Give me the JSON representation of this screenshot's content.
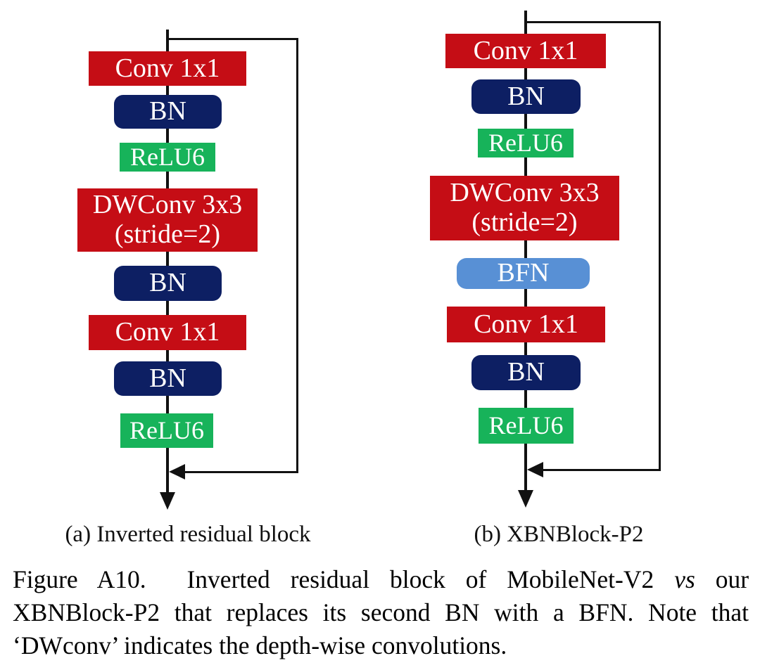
{
  "colors": {
    "conv_red": "#c50d15",
    "bn_navy": "#0d1f63",
    "relu_green": "#17b35a",
    "bfn_blue": "#5890d5",
    "line_black": "#111111"
  },
  "diagrams": [
    {
      "caption": "(a) Inverted residual block",
      "blocks": [
        {
          "label": "Conv 1x1"
        },
        {
          "label": "BN"
        },
        {
          "label": "ReLU6"
        },
        {
          "label": "DWConv 3x3",
          "label2": "(stride=2)"
        },
        {
          "label": "BN"
        },
        {
          "label": "Conv 1x1"
        },
        {
          "label": "BN"
        },
        {
          "label": "ReLU6"
        }
      ]
    },
    {
      "caption": "(b) XBNBlock-P2",
      "blocks": [
        {
          "label": "Conv 1x1"
        },
        {
          "label": "BN"
        },
        {
          "label": "ReLU6"
        },
        {
          "label": "DWConv 3x3",
          "label2": "(stride=2)"
        },
        {
          "label": "BFN"
        },
        {
          "label": "Conv 1x1"
        },
        {
          "label": "BN"
        },
        {
          "label": "ReLU6"
        }
      ]
    }
  ],
  "figure_caption": {
    "line1a": "Figure A10.  Inverted residual block of MobileNet-V2",
    "line1_vs": "vs",
    "line1b": "our",
    "line2": "XBNBlock-P2 that replaces its second BN with a BFN. Note that",
    "line3": "‘DWconv’ indicates the depth-wise convolutions."
  }
}
